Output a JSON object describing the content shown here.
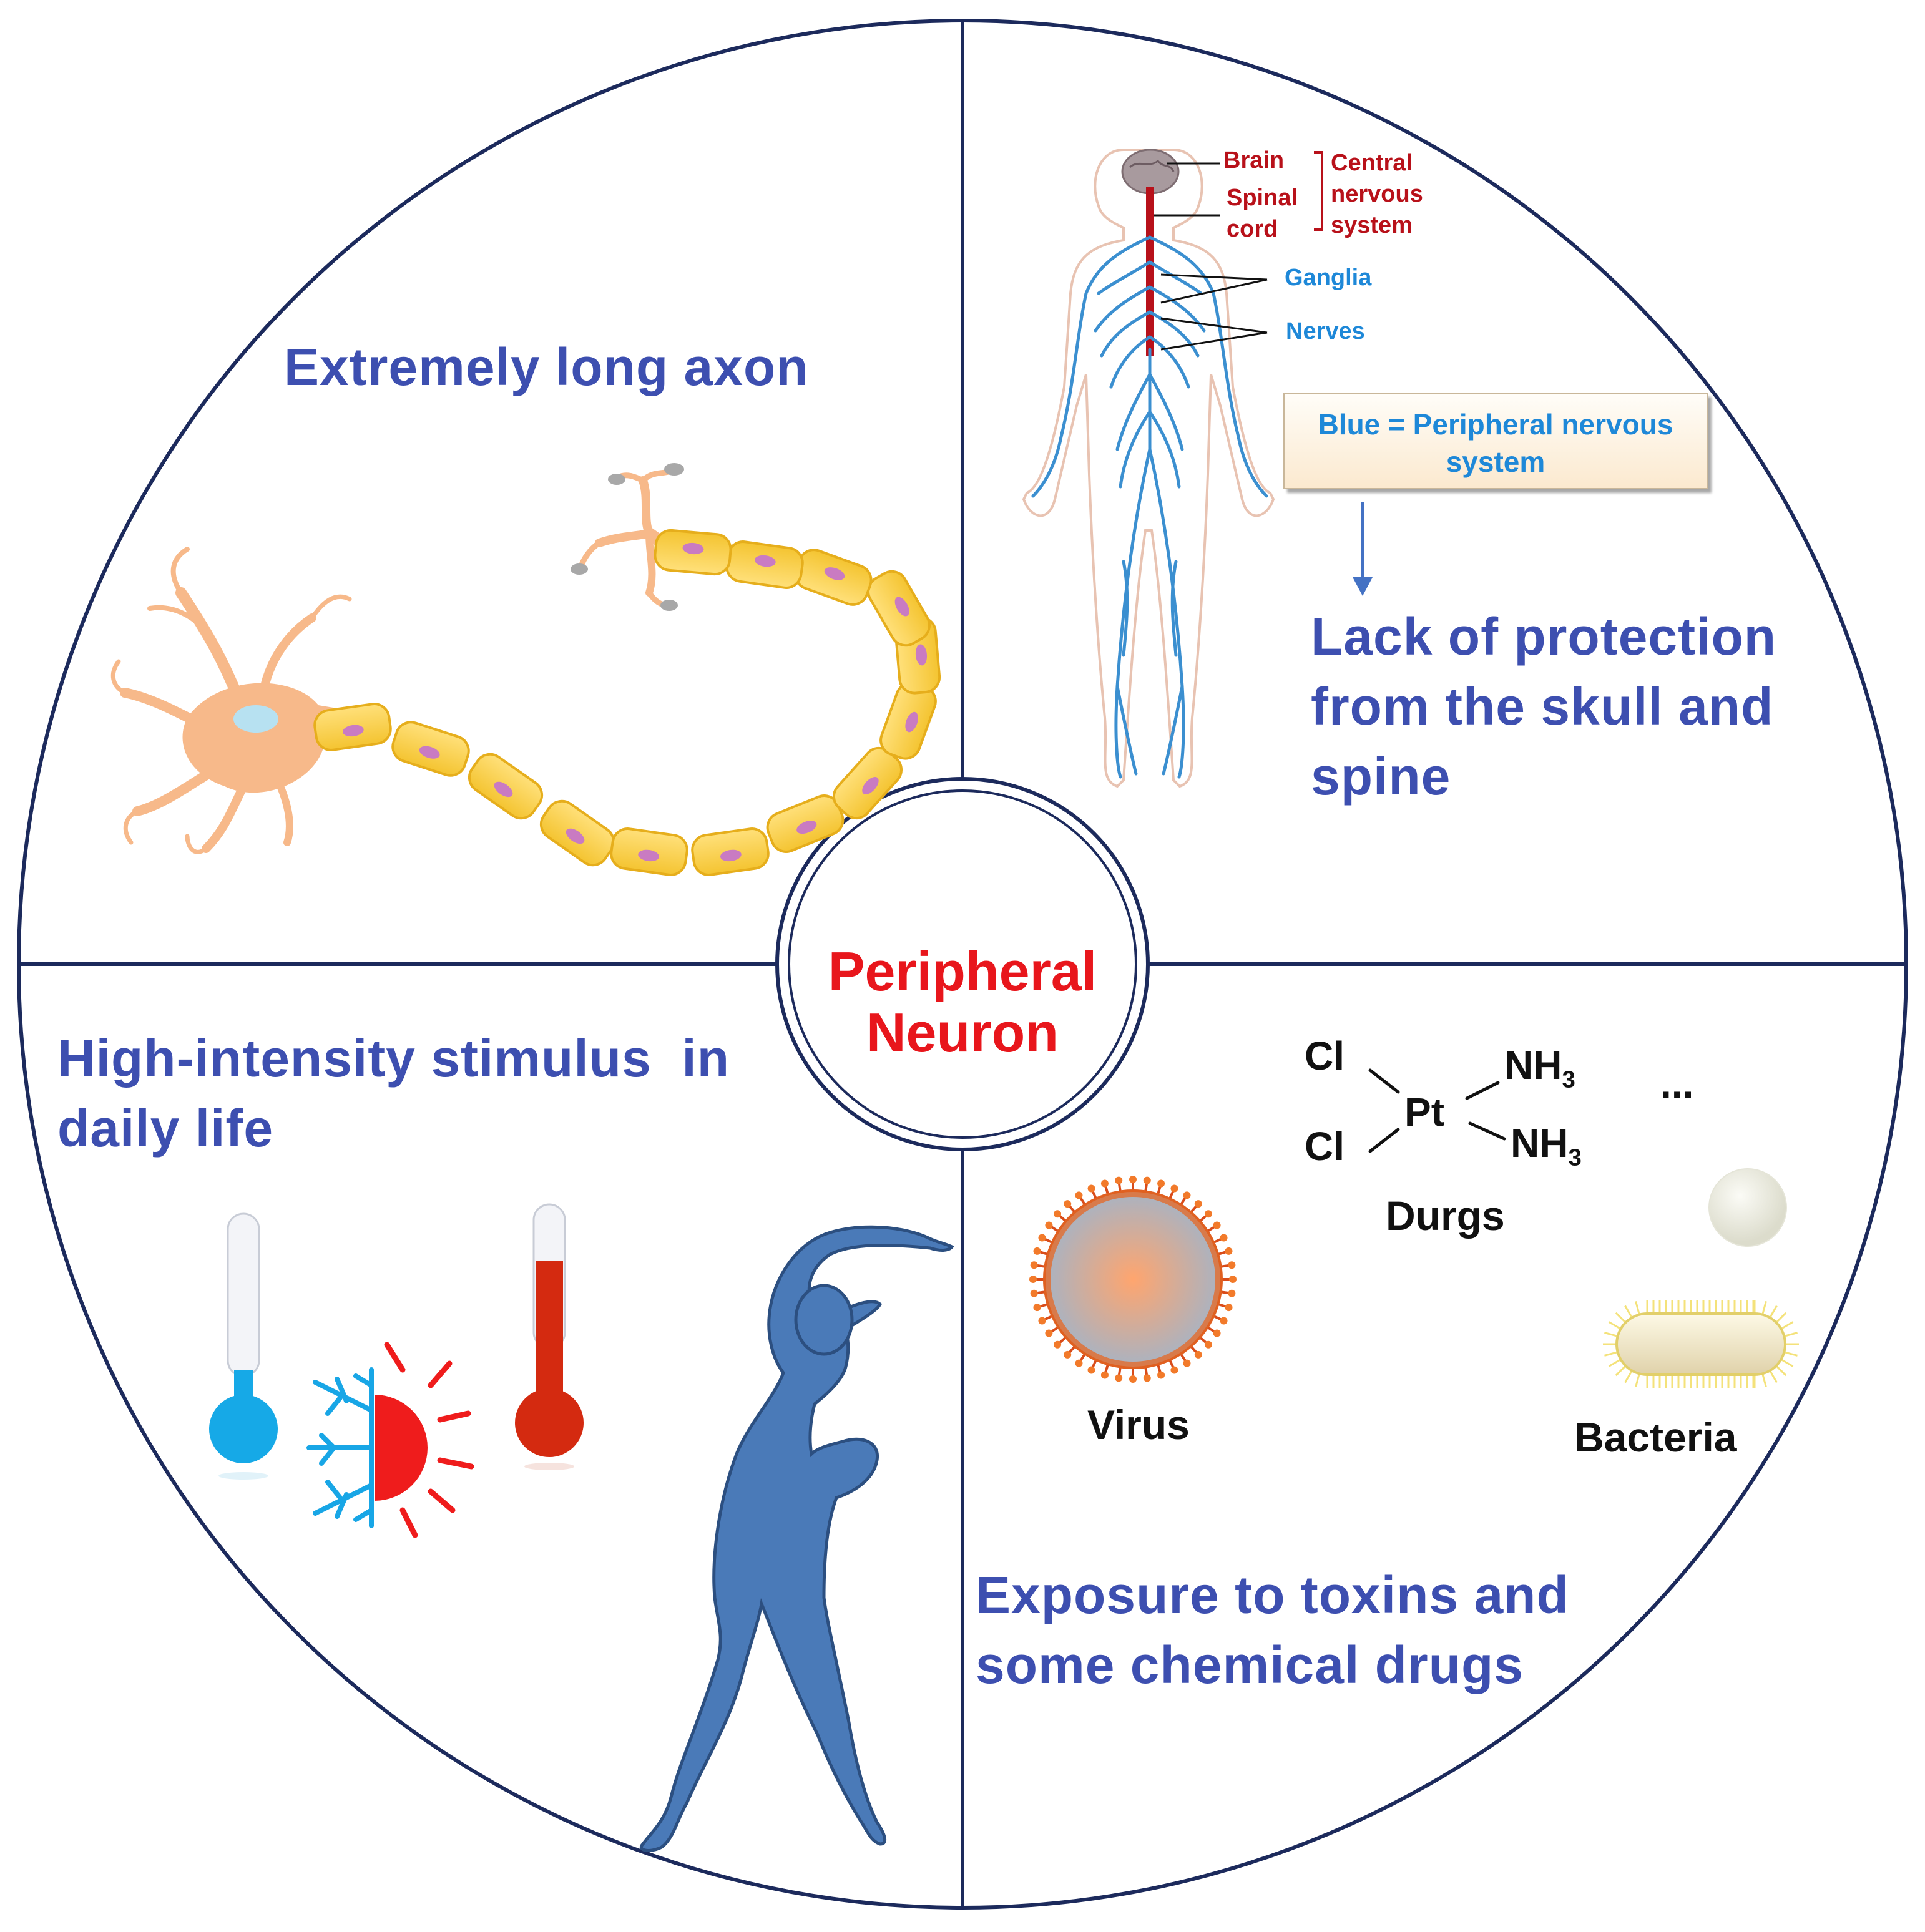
{
  "center": {
    "line1": "Peripheral",
    "line2": "Neuron"
  },
  "top_left": {
    "title": "Extremely long axon"
  },
  "top_right": {
    "labels": {
      "brain": "Brain",
      "spinal": "Spinal",
      "cord": "cord",
      "cns_line1": "Central",
      "cns_line2": "nervous",
      "cns_line3": "system",
      "ganglia": "Ganglia",
      "nerves": "Nerves"
    },
    "legend": "Blue = Peripheral nervous system",
    "caption_line1": "Lack of protection",
    "caption_line2": "from the skull and",
    "caption_line3": "spine"
  },
  "bottom_left": {
    "title_line1": "High-intensity stimulus  in",
    "title_line2": "daily life"
  },
  "bottom_right": {
    "cl1": "Cl",
    "cl2": "Cl",
    "pt": "Pt",
    "nh_base": "NH",
    "nh_sub": "3",
    "ellipsis": "...",
    "drugs": "Durgs",
    "virus": "Virus",
    "bacteria": "Bacteria",
    "caption_line1": "Exposure to toxins and",
    "caption_line2": "some chemical drugs"
  },
  "colors": {
    "outline": "#1c2a5c",
    "caption": "#3d4fb0",
    "center_text": "#e8161c",
    "cns": "#b8111a",
    "pns": "#1e88d8"
  }
}
